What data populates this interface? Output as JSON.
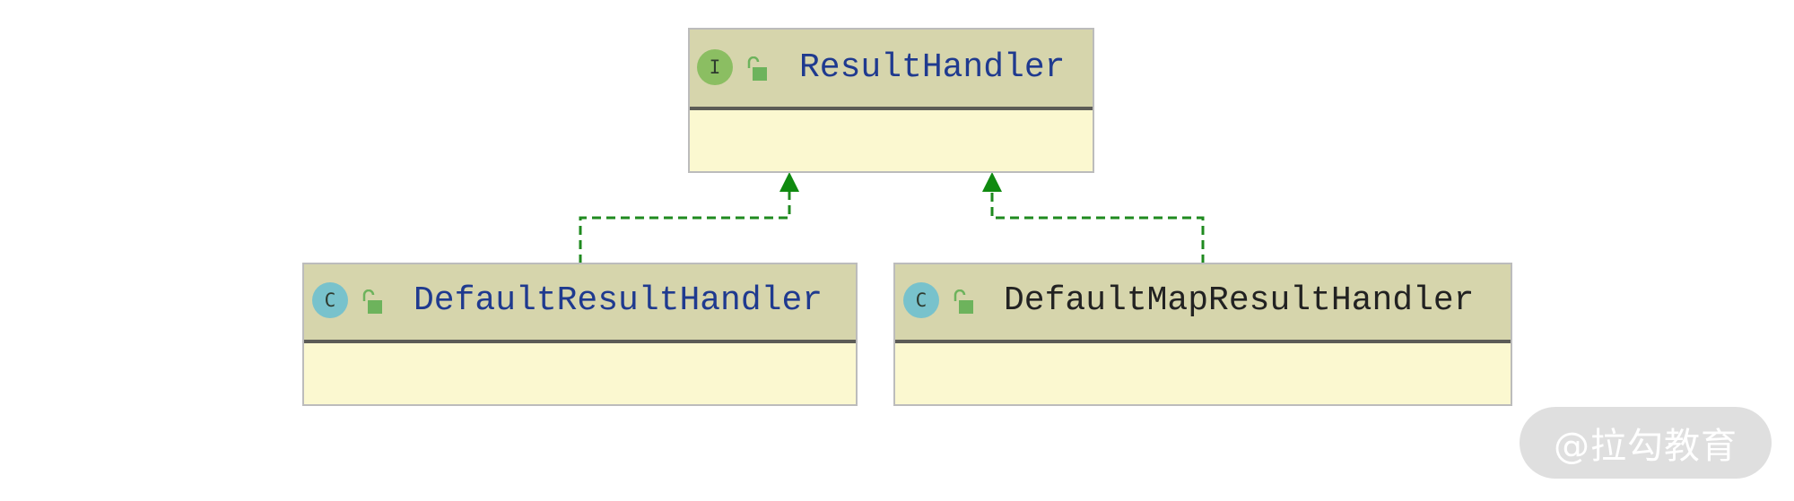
{
  "diagram": {
    "type": "uml-class-diagram",
    "nodes": {
      "result_handler": {
        "name": "ResultHandler",
        "kind_letter": "I",
        "kind": "interface",
        "visibility": "public",
        "name_color": "#1f3a8f",
        "badge_color": "#8bbe62"
      },
      "default_result_handler": {
        "name": "DefaultResultHandler",
        "kind_letter": "C",
        "kind": "class",
        "visibility": "public",
        "name_color": "#1f3a8f",
        "badge_color": "#78c2cc"
      },
      "default_map_result_handler": {
        "name": "DefaultMapResultHandler",
        "kind_letter": "C",
        "kind": "class",
        "visibility": "public",
        "name_color": "#222222",
        "badge_color": "#78c2cc"
      }
    },
    "edges": [
      {
        "from": "default_result_handler",
        "to": "result_handler",
        "type": "implements",
        "style": "dashed",
        "color": "#1f8a1f"
      },
      {
        "from": "default_map_result_handler",
        "to": "result_handler",
        "type": "implements",
        "style": "dashed",
        "color": "#1f8a1f"
      }
    ]
  },
  "colors": {
    "header_bg": "#d6d5ac",
    "body_bg": "#fbf8d0",
    "arrow": "#1f8a1f",
    "lock": "#6db35c"
  },
  "watermark": {
    "text": "@拉勾教育"
  }
}
